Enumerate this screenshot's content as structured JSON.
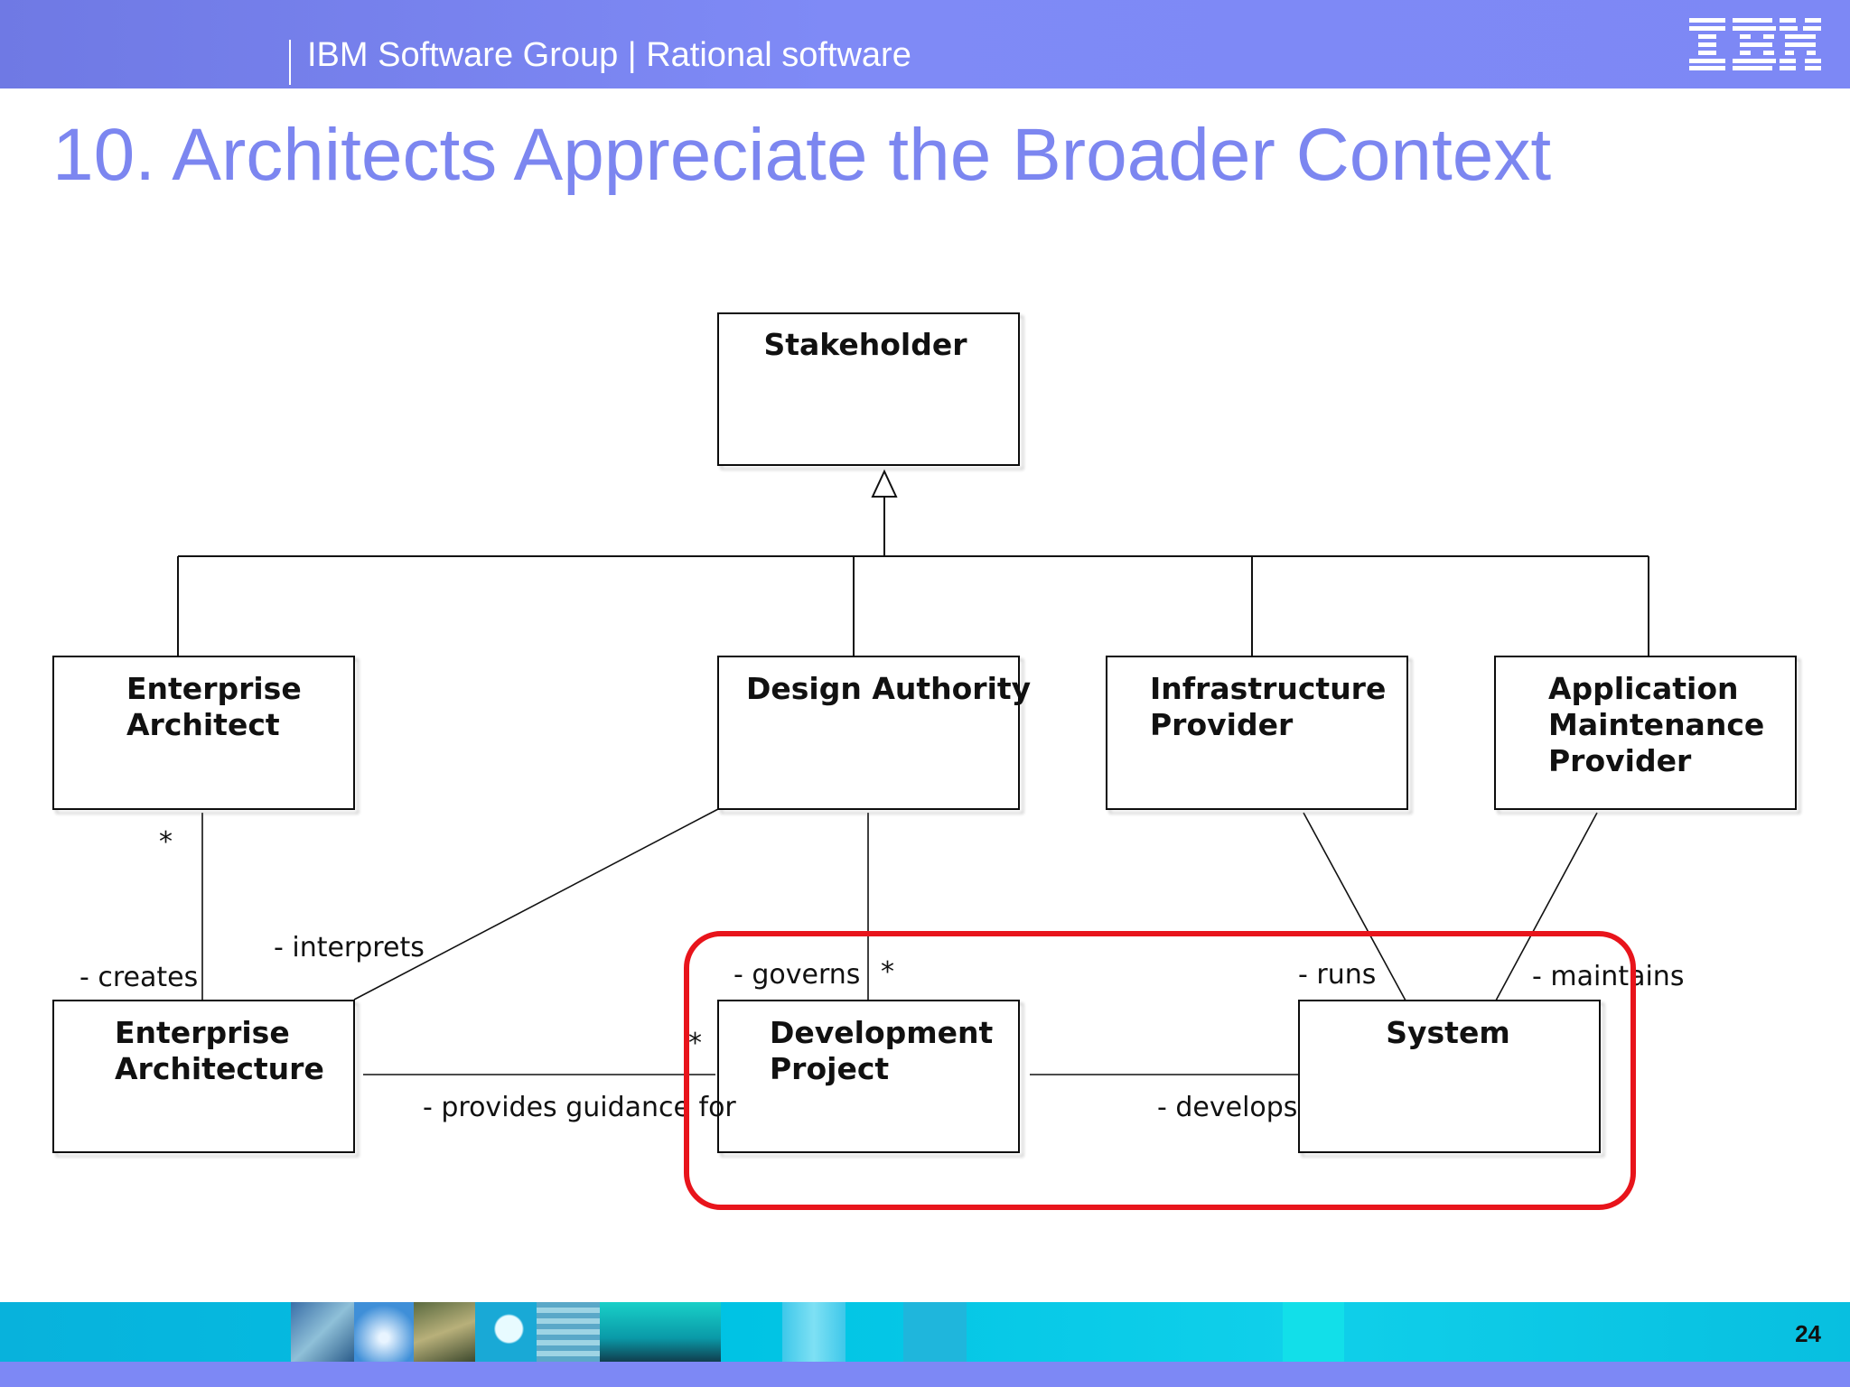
{
  "header": {
    "text": "IBM Software Group | Rational software",
    "logo_text": "IBM"
  },
  "title": "10. Architects Appreciate the Broader Context",
  "diagram": {
    "boxes": {
      "stakeholder": "Stakeholder",
      "enterprise_architect": [
        "Enterprise",
        "Architect"
      ],
      "design_authority": "Design Authority",
      "infrastructure_provider": [
        "Infrastructure",
        "Provider"
      ],
      "application_maintenance_provider": [
        "Application",
        "Maintenance",
        "Provider"
      ],
      "enterprise_architecture": [
        "Enterprise",
        "Architecture"
      ],
      "development_project": [
        "Development",
        "Project"
      ],
      "system": "System"
    },
    "labels": {
      "creates": "- creates",
      "interprets": "- interprets",
      "governs": "- governs",
      "runs": "- runs",
      "maintains": "- maintains",
      "provides_guidance_for": "- provides guidance for",
      "develops": "- develops",
      "multiplicity_many": "*"
    },
    "highlight_color": "#e8141b"
  },
  "footer": {
    "page_number": "24"
  }
}
